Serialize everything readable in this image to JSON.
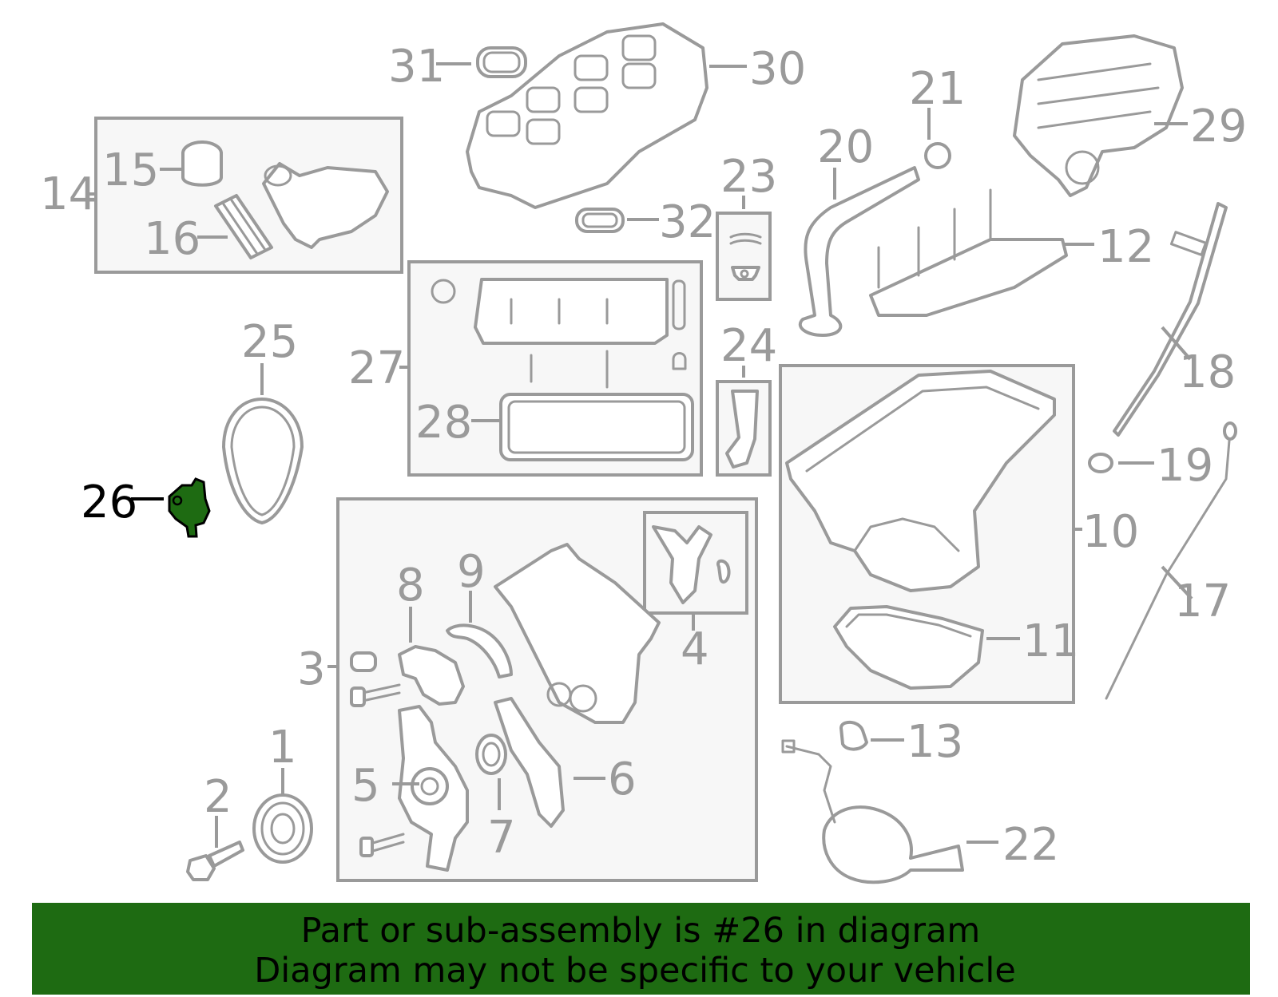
{
  "diagram": {
    "highlight_color": "#1e6b12",
    "line_color": "#9a9a9a",
    "highlighted_part": "26",
    "callouts": [
      {
        "id": "c1",
        "label": "1"
      },
      {
        "id": "c2",
        "label": "2"
      },
      {
        "id": "c3",
        "label": "3"
      },
      {
        "id": "c4",
        "label": "4"
      },
      {
        "id": "c5",
        "label": "5"
      },
      {
        "id": "c6",
        "label": "6"
      },
      {
        "id": "c7",
        "label": "7"
      },
      {
        "id": "c8",
        "label": "8"
      },
      {
        "id": "c9",
        "label": "9"
      },
      {
        "id": "c10",
        "label": "10"
      },
      {
        "id": "c11",
        "label": "11"
      },
      {
        "id": "c12",
        "label": "12"
      },
      {
        "id": "c13",
        "label": "13"
      },
      {
        "id": "c14",
        "label": "14"
      },
      {
        "id": "c15",
        "label": "15"
      },
      {
        "id": "c16",
        "label": "16"
      },
      {
        "id": "c17",
        "label": "17"
      },
      {
        "id": "c18",
        "label": "18"
      },
      {
        "id": "c19",
        "label": "19"
      },
      {
        "id": "c20",
        "label": "20"
      },
      {
        "id": "c21",
        "label": "21"
      },
      {
        "id": "c22",
        "label": "22"
      },
      {
        "id": "c23",
        "label": "23"
      },
      {
        "id": "c24",
        "label": "24"
      },
      {
        "id": "c25",
        "label": "25"
      },
      {
        "id": "c26",
        "label": "26"
      },
      {
        "id": "c27",
        "label": "27"
      },
      {
        "id": "c28",
        "label": "28"
      },
      {
        "id": "c29",
        "label": "29"
      },
      {
        "id": "c30",
        "label": "30"
      },
      {
        "id": "c31",
        "label": "31"
      },
      {
        "id": "c32",
        "label": "32"
      }
    ]
  },
  "banner": {
    "background": "#1e6b12",
    "line1": "Part or sub-assembly is #26 in diagram",
    "line2": "Diagram may not be specific to your vehicle"
  }
}
